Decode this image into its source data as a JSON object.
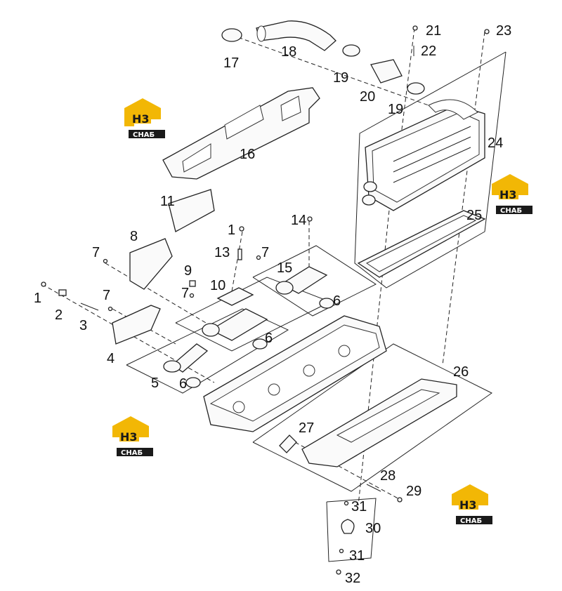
{
  "labels": {
    "p1": "1",
    "p2": "2",
    "p3": "3",
    "p4": "4",
    "p5": "5",
    "p6a": "6",
    "p6b": "6",
    "p6c": "6",
    "p7a": "7",
    "p7b": "7",
    "p7c": "7",
    "p8": "8",
    "p9": "9",
    "p10": "10",
    "p11": "11",
    "p1b": "1",
    "p13": "13",
    "p14": "14",
    "p15": "15",
    "p16": "16",
    "p17": "17",
    "p18": "18",
    "p19a": "19",
    "p19b": "19",
    "p20": "20",
    "p21": "21",
    "p22": "22",
    "p23": "23",
    "p24": "24",
    "p25": "25",
    "p26": "26",
    "p27": "27",
    "p28": "28",
    "p29": "29",
    "p30": "30",
    "p31a": "31",
    "p31b": "31",
    "p32": "32"
  },
  "logo": {
    "top": "H3",
    "bottom": "СНАБ",
    "yellow": "#f2b705",
    "black": "#1a1a1a"
  }
}
